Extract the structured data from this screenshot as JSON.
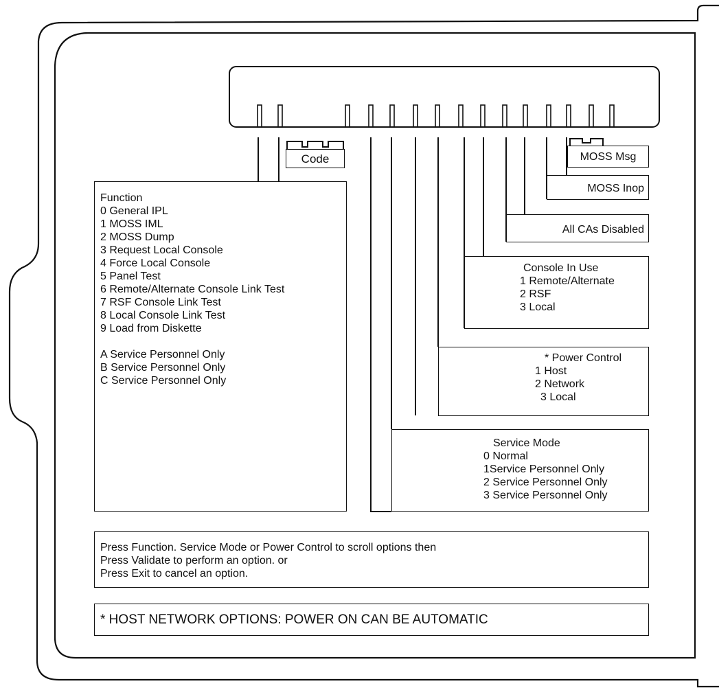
{
  "code_label": "Code",
  "indicators": {
    "moss_msg": "MOSS Msg",
    "moss_inop": "MOSS Inop",
    "all_cas_disabled": "All CAs Disabled"
  },
  "function": {
    "title": "Function",
    "items": [
      "0 General IPL",
      "1 MOSS IML",
      "2 MOSS Dump",
      "3 Request Local Console",
      "4 Force Local Console",
      "5 Panel Test",
      "6 Remote/Alternate Console Link Test",
      "7 RSF Console Link Test",
      "8 Local Console Link Test",
      "9 Load from Diskette"
    ],
    "service_items": [
      "A Service Personnel Only",
      "B Service Personnel Only",
      "C Service Personnel Only"
    ]
  },
  "console_in_use": {
    "title": "Console In Use",
    "items": [
      "1 Remote/Alternate",
      "2 RSF",
      "3 Local"
    ]
  },
  "power_control": {
    "title": "* Power Control",
    "items": [
      "1 Host",
      "2 Network",
      "3 Local"
    ]
  },
  "service_mode": {
    "title": "Service Mode",
    "items": [
      "0 Normal",
      "1Service Personnel Only",
      "2 Service Personnel Only",
      "3 Service Personnel Only"
    ]
  },
  "instructions": [
    "Press Function. Service Mode or Power Control to scroll options then",
    "Press Validate to perform an option. or",
    "Press Exit to cancel an option."
  ],
  "footnote": "* HOST NETWORK OPTIONS: POWER ON CAN BE AUTOMATIC"
}
